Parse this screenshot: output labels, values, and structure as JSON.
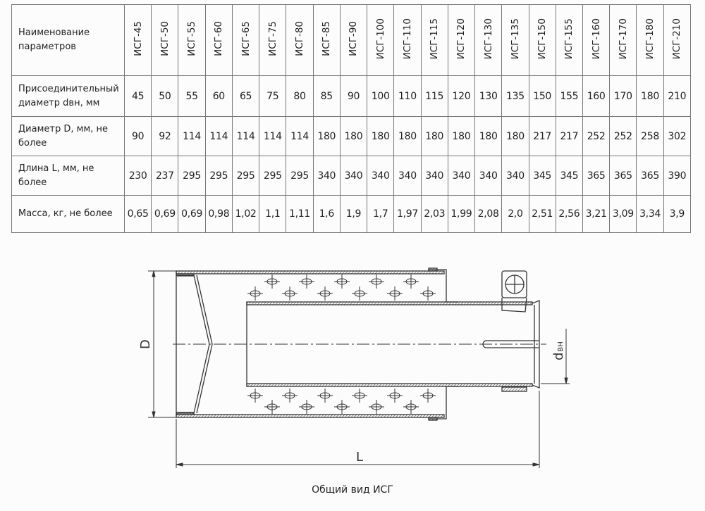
{
  "table": {
    "header_param": "Наименование параметров",
    "models": [
      "ИСГ-45",
      "ИСГ-50",
      "ИСГ-55",
      "ИСГ-60",
      "ИСГ-65",
      "ИСГ-75",
      "ИСГ-80",
      "ИСГ-85",
      "ИСГ-90",
      "ИСГ-100",
      "ИСГ-110",
      "ИСГ-115",
      "ИСГ-120",
      "ИСГ-130",
      "ИСГ-135",
      "ИСГ-150",
      "ИСГ-155",
      "ИСГ-160",
      "ИСГ-170",
      "ИСГ-180",
      "ИСГ-210"
    ],
    "rows": [
      {
        "label": "Присоединительный диаметр dвн, мм",
        "values": [
          "45",
          "50",
          "55",
          "60",
          "65",
          "75",
          "80",
          "85",
          "90",
          "100",
          "110",
          "115",
          "120",
          "130",
          "135",
          "150",
          "155",
          "160",
          "170",
          "180",
          "210"
        ]
      },
      {
        "label": "Диаметр D, мм, не более",
        "values": [
          "90",
          "92",
          "114",
          "114",
          "114",
          "114",
          "114",
          "180",
          "180",
          "180",
          "180",
          "180",
          "180",
          "180",
          "180",
          "217",
          "217",
          "252",
          "252",
          "258",
          "302"
        ]
      },
      {
        "label": "Длина L, мм, не более",
        "values": [
          "230",
          "237",
          "295",
          "295",
          "295",
          "295",
          "295",
          "340",
          "340",
          "340",
          "340",
          "340",
          "340",
          "340",
          "340",
          "345",
          "345",
          "365",
          "365",
          "365",
          "390"
        ]
      },
      {
        "label": "Масса, кг, не более",
        "values": [
          "0,65",
          "0,69",
          "0,69",
          "0,98",
          "1,02",
          "1,1",
          "1,11",
          "1,6",
          "1,9",
          "1,7",
          "1,97",
          "2,03",
          "1,99",
          "2,08",
          "2,0",
          "2,51",
          "2,56",
          "3,21",
          "3,09",
          "3,34",
          "3,9"
        ]
      }
    ]
  },
  "drawing": {
    "label_D": "D",
    "label_L": "L",
    "label_d": "d",
    "label_d_sub": "вн",
    "caption": "Общий вид ИСГ"
  }
}
